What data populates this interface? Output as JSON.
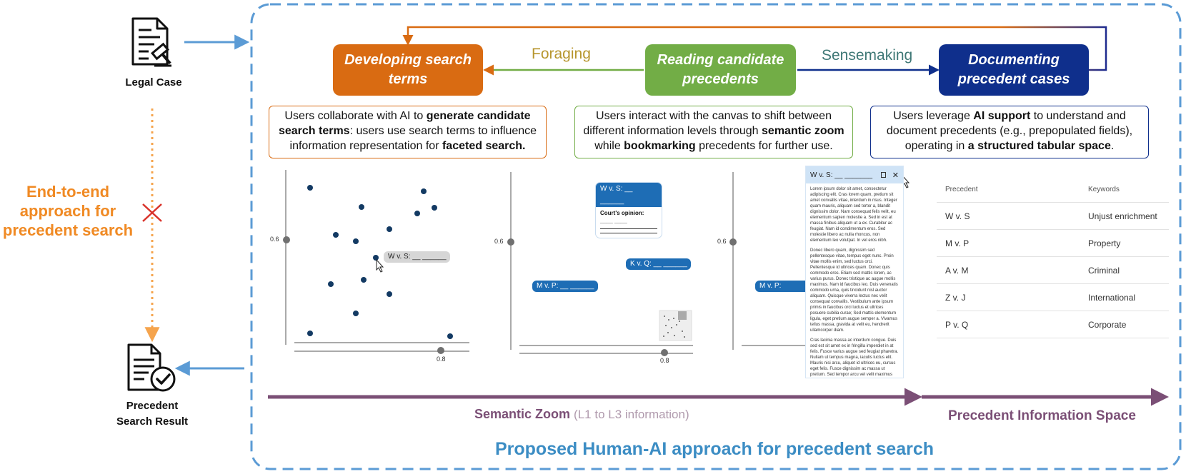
{
  "left": {
    "legal_case": "Legal Case",
    "end_to_end": [
      "End-to-end",
      "approach for",
      "precedent search"
    ],
    "result": [
      "Precedent",
      "Search Result"
    ]
  },
  "stages": {
    "search": [
      "Developing search",
      "terms"
    ],
    "reading": [
      "Reading candidate",
      "precedents"
    ],
    "documenting": [
      "Documenting",
      "precedent cases"
    ],
    "foraging": "Foraging",
    "sensemaking": "Sensemaking"
  },
  "colors": {
    "search": "#d96b12",
    "reading": "#72ad46",
    "documenting": "#0f2f8c",
    "frame": "#5b9bd5",
    "zoom": "#7b4f76",
    "orange": "#f08a24",
    "cross": "#d9332b"
  },
  "desc": {
    "search": {
      "t1": "Users collaborate with AI to ",
      "b1": "generate candidate search terms",
      "t2": ": users use search terms to influence information representation for ",
      "b2": "faceted search."
    },
    "reading": {
      "t1": "Users interact with the canvas to shift between different information levels through ",
      "b1": "semantic zoom",
      "t2": " while ",
      "b2": "bookmarking",
      "t3": " precedents for further use."
    },
    "documenting": {
      "t1": "Users leverage ",
      "b1": "AI support",
      "t2": " to understand and document precedents (e.g., prepopulated fields), operating in ",
      "b2": "a structured tabular space",
      "t3": "."
    }
  },
  "plots": {
    "y_tick": "0.6",
    "x_tick": "0.8",
    "p1_pill": "W v. S: __ ______",
    "p2_card_head": "W v. S: __ ______",
    "p2_card_label": "Court's opinion: ____ ____",
    "p2_pill_k": "K v. Q: __ ______",
    "p2_pill_m": "M v. P: __ ______",
    "p3_pill_m": "M v. P:"
  },
  "reader": {
    "title": "W v. S: __ _______",
    "paragraphs": [
      "Lorem ipsum dolor sit amet, consectetur adipiscing elit. Cras lorem quam, pretium sit amet convallis vitae, interdum in risus. Integer quam mauris, aliquam sed tortor a, blandit dignissim dolor. Nam consequat felis velit, eu elementum sapien molestie a. Sed in est at massa finibus aliquam ut a ex. Curabitur ac feugiat. Nam id condimentum eros. Sed molestie libero ac nulla rhoncus, non elementum leo volutpat. In vel eros nibh.",
      "Donec libero quam, dignissim sed pellentesque vitae, tempus eget nunc. Proin vitae mollis enim, sed luctus orci. Pellentesque id ultrices quam. Donec quis commodo eros. Etiam sed mattis lorem, ac varius purus. Donec tristique ac augue mollis maximus. Nam id faucibus leo. Duis venenatis commodo urna, quis tincidunt nisl auctor aliquam. Quisque viverra lectus nec velit consequat convallis. Vestibulum ante ipsum primis in faucibus orci luctus et ultrices posuere cubilia curae; Sed mattis elementum ligula, eget pretium augue semper a. Vivamus tellus massa, gravida at velit eu, hendrerit ullamcorper diam.",
      "Cras lacinia massa ac interdum congue. Duis sed est sit amet ex in fringilla imperdiet in at felis. Fusce varius augue sed feugiat pharetra. Nullam ut tempus magna, iaculis luctus elit. Mauris nisi arcu, aliquet id ultrices eu, cursus eget felis. Fusce dignissim ac massa ut pretium. Sed tempor arcu vel velit maximus pretium in sed metus. Donec non consectetur purus, et vestibulum eros. Vivamus vestibulum mauris aliquam, malesuada metus vitae, pretium dolor. Vestibulum vitae sodales libero. Mauris a ligula semper lectus varius fringilla sit amet ac magna. Class aptent taciti sociosqu ad"
    ]
  },
  "table": {
    "headers": [
      "Precedent",
      "Keywords"
    ],
    "rows": [
      [
        "W v. S",
        "Unjust enrichment"
      ],
      [
        "M v. P",
        "Property"
      ],
      [
        "A v. M",
        "Criminal"
      ],
      [
        "Z v. J",
        "International"
      ],
      [
        "P v. Q",
        "Corporate"
      ]
    ]
  },
  "bottom": {
    "zoom_bold": "Semantic Zoom",
    "zoom_light": "(L1 to L3 information)",
    "info_space": "Precedent Information Space",
    "title": "Proposed Human-AI approach for precedent search"
  }
}
